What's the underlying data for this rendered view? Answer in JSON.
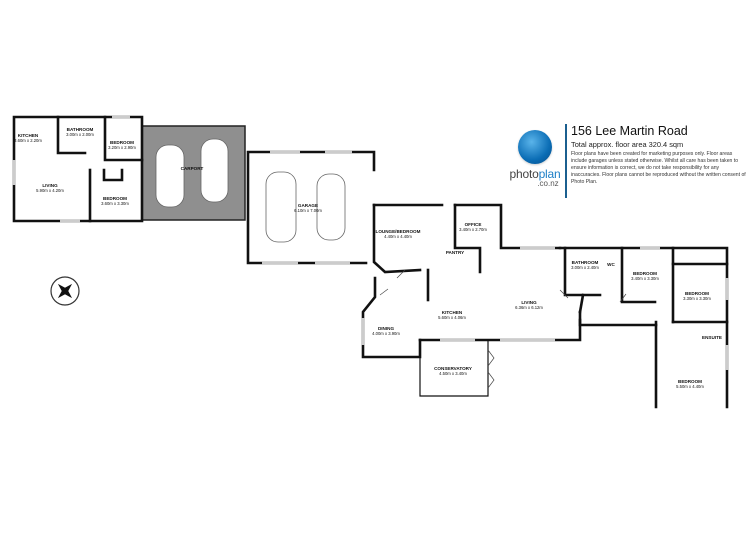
{
  "header": {
    "address": "156 Lee Martin Road",
    "floor_area": "Total approx. floor area 320.4 sqm",
    "disclaimer": "Floor plans have been created for marketing purposes only. Floor areas include garages unless stated otherwise. Whilst all care has been taken to ensure information is correct, we do not take responsibility for any inaccuracies. Floor plans cannot be reproduced without the written consent of Photo Plan."
  },
  "brand": {
    "name_a": "photo",
    "name_b": "plan",
    "tld": ".co.nz",
    "color": "#1d7fc7"
  },
  "compass": {
    "icon": "compass-icon"
  },
  "rooms": [
    {
      "name": "KITCHEN",
      "dims": "3.60m x 2.20m"
    },
    {
      "name": "BATHROOM",
      "dims": "3.00m x 2.00m"
    },
    {
      "name": "BEDROOM",
      "dims": "3.20m x 2.90m"
    },
    {
      "name": "LIVING",
      "dims": "5.90m x 4.20m"
    },
    {
      "name": "BEDROOM",
      "dims": "3.60m x 3.30m"
    },
    {
      "name": "CARPORT",
      "dims": ""
    },
    {
      "name": "GARAGE",
      "dims": "6.10m x 7.00m"
    },
    {
      "name": "LOUNGE/BEDROOM",
      "dims": "4.40m x 4.40m"
    },
    {
      "name": "OFFICE",
      "dims": "3.40m x 2.70m"
    },
    {
      "name": "PANTRY",
      "dims": ""
    },
    {
      "name": "BATHROOM",
      "dims": "3.00m x 2.40m"
    },
    {
      "name": "WC",
      "dims": ""
    },
    {
      "name": "BEDROOM",
      "dims": "3.40m x 3.30m"
    },
    {
      "name": "BEDROOM",
      "dims": "3.30m x 3.30m"
    },
    {
      "name": "ENSUITE",
      "dims": ""
    },
    {
      "name": "LIVING",
      "dims": "6.36m x 6.12m"
    },
    {
      "name": "KITCHEN",
      "dims": "5.60m x 4.06m"
    },
    {
      "name": "DINING",
      "dims": "4.00m x 3.90m"
    },
    {
      "name": "CONSERVATORY",
      "dims": "4.50m x 3.40m"
    },
    {
      "name": "BEDROOM",
      "dims": "5.50m x 4.40m"
    }
  ]
}
